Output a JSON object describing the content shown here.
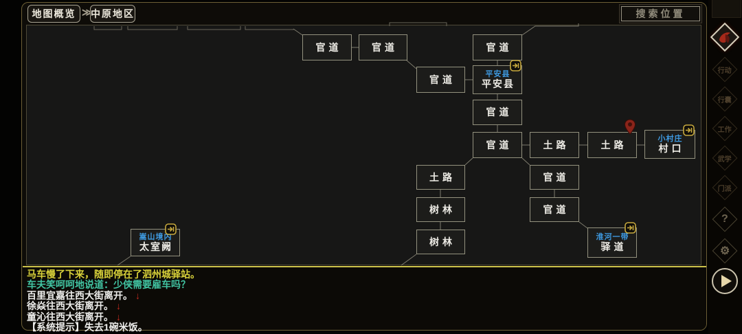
{
  "breadcrumb": {
    "map_overview": "地图概览",
    "separator": "≫",
    "region": "中原地区"
  },
  "search": {
    "placeholder": "搜索位置"
  },
  "map": {
    "area_label_color": "#3e9ae2",
    "exit_icon_color": "#c7a93e",
    "nodes": [
      {
        "label": "官道"
      },
      {
        "label": "官道"
      },
      {
        "label": "官道"
      },
      {
        "label": "官道"
      },
      {
        "label": "平安县",
        "area": "平安县",
        "exit": true
      },
      {
        "label": "官道"
      },
      {
        "label": "官道"
      },
      {
        "label": "土路"
      },
      {
        "label": "土路"
      },
      {
        "label": "村口",
        "area": "小村庄",
        "exit": true
      },
      {
        "label": "土路"
      },
      {
        "label": "树林"
      },
      {
        "label": "树林"
      },
      {
        "label": "官道"
      },
      {
        "label": "官道"
      },
      {
        "label": "驿道",
        "area": "淮河一带",
        "exit": true
      },
      {
        "label": "太室阙",
        "area": "嵩山境内",
        "exit": true
      }
    ]
  },
  "sidebar": {
    "menu_items": [
      {
        "label": "行动"
      },
      {
        "label": "行囊"
      },
      {
        "label": "工作"
      },
      {
        "label": "武学"
      },
      {
        "label": "门派"
      }
    ],
    "help_glyph": "?",
    "gear_glyph": "⚙"
  },
  "log": {
    "arrow_glyph": "↓",
    "arrow_color": "#c42b20",
    "lines": [
      {
        "text": "马车慢了下来，随即停在了泗州城驿站。",
        "color": "#d9d23a"
      },
      {
        "text": "车夫笑呵呵地说道：少侠需要雇车吗？",
        "color": "#41c3a1"
      },
      {
        "text": "百里宜嘉往西大街离开。",
        "color": "#ededeb",
        "arrow": true
      },
      {
        "text": "徐焱往西大街离开。",
        "color": "#ededeb",
        "arrow": true
      },
      {
        "text": "童沁往西大街离开。",
        "color": "#ededeb",
        "arrow": true
      },
      {
        "text": "【系统提示】失去1碗米饭。",
        "color": "#ededeb"
      }
    ]
  }
}
